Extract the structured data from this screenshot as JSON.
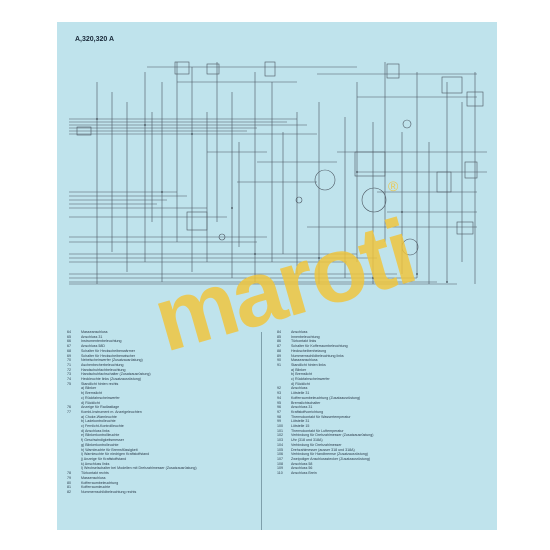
{
  "diagram": {
    "title": "A,320,320 A"
  },
  "watermark": {
    "text": "maroti",
    "mark": "®"
  },
  "legend_left": [
    [
      "64",
      "Masseanschluss"
    ],
    [
      "65",
      "Anschluss 31"
    ],
    [
      "66",
      "Instrumentenbeleuchtung"
    ],
    [
      "67",
      "Anschluss 58D"
    ],
    [
      "68",
      "Schalter für Heckscheibenwärmer"
    ],
    [
      "69",
      "Schalter für Heckscheibenwischer"
    ],
    [
      "70",
      "Nebelscheinwerfer (Zusatzausrüstung)"
    ],
    [
      "71",
      "Aschenbecherbeleuchtung"
    ],
    [
      "72",
      "Handschuhfachbeleuchtung"
    ],
    [
      "73",
      "Handschuhfachschalter (Zusatzausrüstung)"
    ],
    [
      "74",
      "Heckleuchte links (Zusatzausrüstung)"
    ],
    [
      "75",
      "Standlicht hinten rechts"
    ],
    [
      "",
      "a) Blinker"
    ],
    [
      "",
      "b) Bremslicht"
    ],
    [
      "",
      "c) Rückfahrscheinwerfer"
    ],
    [
      "",
      "d) Rücklicht"
    ],
    [
      "76",
      "Anzeige für Radlastlage"
    ],
    [
      "77",
      "Kombi-Instrument m. Anzeigeleuchten"
    ],
    [
      "",
      "a) Choke-Warnleuchte"
    ],
    [
      "",
      "b) Ladekontrolleuchte"
    ],
    [
      "",
      "c) Fernlicht-Kontrollleuchte"
    ],
    [
      "",
      "d) Anschluss links"
    ],
    [
      "",
      "e) Blinkerkontrollleuchte"
    ],
    [
      "",
      "f) Geschwindigkeitsmesser"
    ],
    [
      "",
      "g) Blinkerkontrolleuchte"
    ],
    [
      "",
      "h) Warnleuchte für Bremsflüssigkeit"
    ],
    [
      "",
      "i) Warnleuchte für niedrigen Kraftstoffstand"
    ],
    [
      "",
      "j) Anzeige für Kraftstoffstand"
    ],
    [
      "",
      "k) Anschluss links"
    ],
    [
      "",
      "l) Wechselschalter bei Modellen mit Drehzahlmesser (Zusatzausrüstung)"
    ],
    [
      "78",
      "Türkontakt rechts"
    ],
    [
      "79",
      "Massenschluss"
    ],
    [
      "80",
      "Kofferraumbeleuchtung"
    ],
    [
      "81",
      "Kofferraumleuchte"
    ],
    [
      "82",
      "Nummernschildbeleuchtung rechts"
    ]
  ],
  "legend_right": [
    [
      "84",
      "Anschluss"
    ],
    [
      "85",
      "Innenbeleuchtung"
    ],
    [
      "86",
      "Türkontakt links"
    ],
    [
      "87",
      "Schalter für Kofferraumbeleuchtung"
    ],
    [
      "88",
      "Heckscheibenheizung"
    ],
    [
      "89",
      "Nummernschildbeleuchtung links"
    ],
    [
      "90",
      "Masseanschluss"
    ],
    [
      "91",
      "Standlicht hinten links"
    ],
    [
      "",
      "a) Blinker"
    ],
    [
      "",
      "b) Bremslicht"
    ],
    [
      "",
      "c) Rückfahrscheinwerfer"
    ],
    [
      "",
      "d) Rücklicht"
    ],
    [
      "92",
      "Anschluss"
    ],
    [
      "93",
      "Lötstelle 31"
    ],
    [
      "94",
      "Kofferraumbeleuchtung (Zusatzausrüstung)"
    ],
    [
      "95",
      "Bremslichtschalter"
    ],
    [
      "96",
      "Anschluss 31"
    ],
    [
      "97",
      "Kraftstoffvorrichtung"
    ],
    [
      "98",
      "Thermokontakt für Wassertemperatur"
    ],
    [
      "99",
      "Lötstelle 31"
    ],
    [
      "100",
      "Lötstelle 15"
    ],
    [
      "101",
      "Thermokontakt für Luftemperatur"
    ],
    [
      "102",
      "Verbindung für Drehzahlmesser (Zusatzausrüstung)"
    ],
    [
      "103",
      "Uhr (318 und 318A)"
    ],
    [
      "104",
      "Verbindung für Drehzahlmesser"
    ],
    [
      "105",
      "Drehzahlmesser (ausser 318 und 318A)"
    ],
    [
      "106",
      "Verbindung für Handbremse (Zusatzausrüstung)"
    ],
    [
      "107",
      "Zweipoliger Anschlussstecker (Zusatzausrüstung)"
    ],
    [
      "108",
      "Anschluss 58"
    ],
    [
      "109",
      "Anschluss 56"
    ],
    [
      "110",
      "Anschluss Brein"
    ]
  ]
}
